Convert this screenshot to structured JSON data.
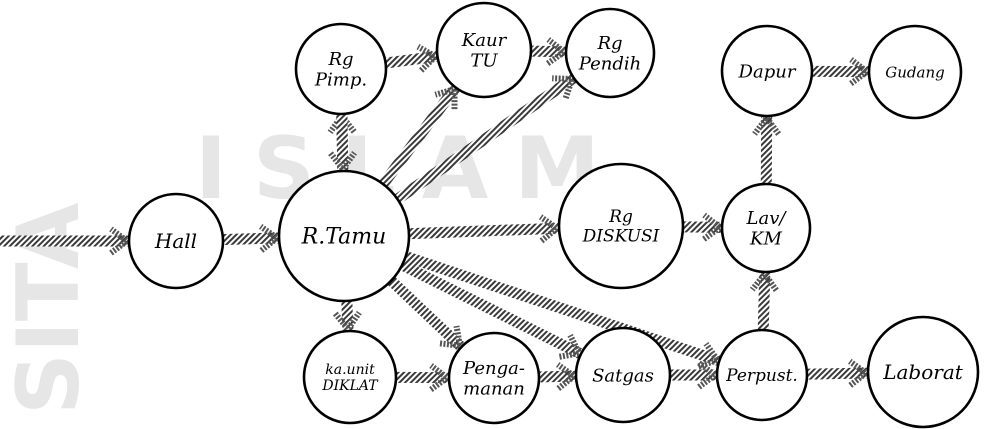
{
  "diagram": {
    "colors": {
      "stroke": "#000000",
      "arrow": "#555555",
      "watermark": "#e6e6e6",
      "background": "#ffffff"
    },
    "watermark": {
      "text_top": "ISLAM",
      "text_left": "SITA"
    },
    "nodes": [
      {
        "id": "hall",
        "lines": [
          "Hall"
        ]
      },
      {
        "id": "r-tamu",
        "lines": [
          "R.Tamu"
        ]
      },
      {
        "id": "rg-pimp",
        "lines": [
          "Rg",
          "Pimp."
        ]
      },
      {
        "id": "kaur-tu",
        "lines": [
          "Kaur",
          "TU"
        ]
      },
      {
        "id": "rg-pendidik",
        "lines": [
          "Rg",
          "Pendih"
        ]
      },
      {
        "id": "dapur",
        "lines": [
          "Dapur"
        ]
      },
      {
        "id": "gudang",
        "lines": [
          "Gudang"
        ]
      },
      {
        "id": "rg-diskusi",
        "lines": [
          "Rg",
          "DISKUSI"
        ]
      },
      {
        "id": "lav-km",
        "lines": [
          "Lav/",
          "KM"
        ]
      },
      {
        "id": "ka-unit-diklat",
        "lines": [
          "ka.unit",
          "DIKLAT"
        ]
      },
      {
        "id": "pengamanan",
        "lines": [
          "Penga-",
          "manan"
        ]
      },
      {
        "id": "satgas",
        "lines": [
          "Satgas"
        ]
      },
      {
        "id": "perpust",
        "lines": [
          "Perpust."
        ]
      },
      {
        "id": "laborat",
        "lines": [
          "Laborat"
        ]
      }
    ],
    "edges": [
      {
        "from": "entry",
        "to": "hall"
      },
      {
        "from": "hall",
        "to": "r-tamu"
      },
      {
        "from": "r-tamu",
        "to": "rg-pimp"
      },
      {
        "from": "rg-pimp",
        "to": "r-tamu"
      },
      {
        "from": "rg-pimp",
        "to": "kaur-tu"
      },
      {
        "from": "kaur-tu",
        "to": "rg-pendidik"
      },
      {
        "from": "r-tamu",
        "to": "kaur-tu"
      },
      {
        "from": "r-tamu",
        "to": "rg-pendidik"
      },
      {
        "from": "r-tamu",
        "to": "rg-diskusi"
      },
      {
        "from": "r-tamu",
        "to": "ka-unit-diklat"
      },
      {
        "from": "r-tamu",
        "to": "pengamanan"
      },
      {
        "from": "r-tamu",
        "to": "satgas"
      },
      {
        "from": "r-tamu",
        "to": "perpust"
      },
      {
        "from": "rg-diskusi",
        "to": "lav-km"
      },
      {
        "from": "lav-km",
        "to": "dapur"
      },
      {
        "from": "dapur",
        "to": "gudang"
      },
      {
        "from": "perpust",
        "to": "lav-km"
      },
      {
        "from": "ka-unit-diklat",
        "to": "pengamanan"
      },
      {
        "from": "pengamanan",
        "to": "satgas"
      },
      {
        "from": "satgas",
        "to": "perpust"
      },
      {
        "from": "perpust",
        "to": "laborat"
      }
    ]
  }
}
